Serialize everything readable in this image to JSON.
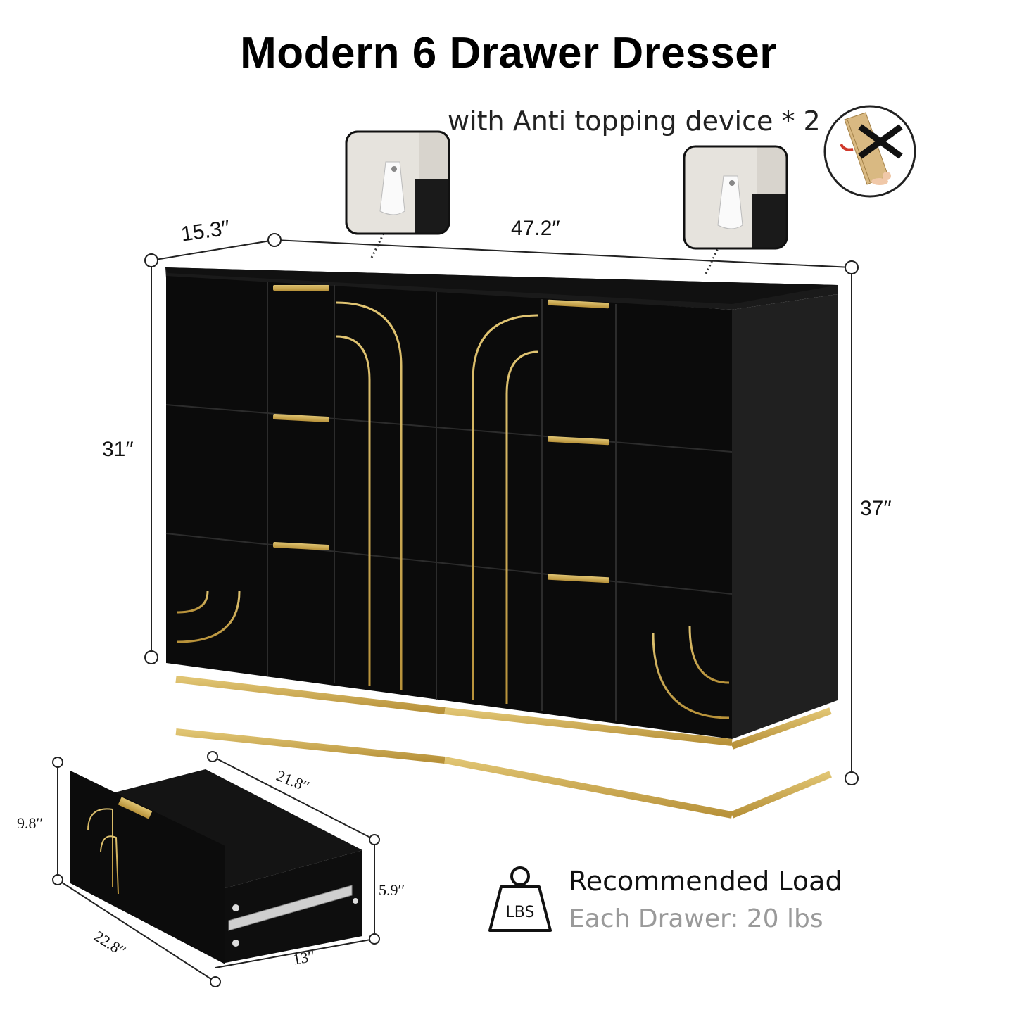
{
  "title": "Modern 6 Drawer Dresser",
  "subtitle": "with Anti topping device * 2",
  "dimensions": {
    "depth": "15.3′′",
    "width": "47.2′′",
    "body_height": "31′′",
    "total_height": "37′′",
    "drawer_height": "9.8′′",
    "drawer_inner_width": "21.8′′",
    "drawer_inner_height": "5.9′′",
    "drawer_length": "22.8′′",
    "drawer_depth": "13′′"
  },
  "load": {
    "title": "Recommended Load",
    "detail": "Each Drawer: 20 lbs",
    "icon_label": "LBS"
  },
  "colors": {
    "dresser": "#0d0d0d",
    "gold": "#c9a54a"
  }
}
